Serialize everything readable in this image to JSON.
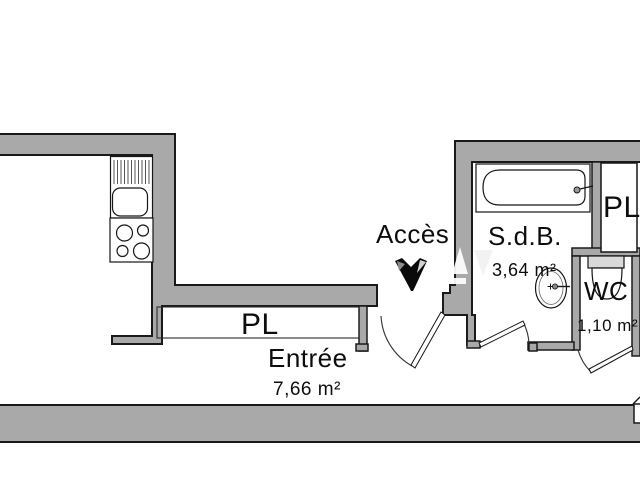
{
  "plan": {
    "labels": {
      "acces": "Accès",
      "sdb_name": "S.d.B.",
      "sdb_area": "3,64 m²",
      "pl_upper": "PL",
      "wc_name": "WC",
      "wc_area": "1,10 m²",
      "pl_closet": "PL",
      "entree_name": "Entrée",
      "entree_area": "7,66 m²"
    },
    "colors": {
      "wall_fill": "#a9a9a9",
      "wall_outline": "#1a1a1a",
      "background": "#ffffff",
      "text": "#0d0d0d"
    },
    "fixtures": [
      "kitchen-drainer",
      "kitchen-sink",
      "stove",
      "bathtub",
      "washbasin",
      "toilet"
    ],
    "icons": [
      "entry-arrow-icon",
      "watermark-logo"
    ]
  }
}
